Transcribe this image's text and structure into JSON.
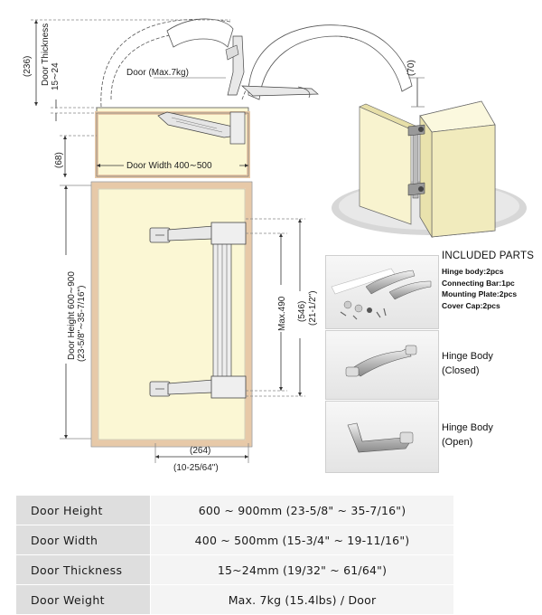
{
  "diagram": {
    "top_view": {
      "height_236": "(236)",
      "door_thickness": "Door Thickness",
      "thickness_range": "15∼24",
      "door_max": "Door (Max.7kg)",
      "height_70": "(70)",
      "height_68": "(68)",
      "door_width": "Door Width 400∼500"
    },
    "front_view": {
      "door_height": "Door Height 600∼900",
      "door_height_inch": "(23-5/8\"∼35-7/16\")",
      "max_490": "Max.490",
      "dim_546": "(546)",
      "dim_546_inch": "(21-1/2\")",
      "dim_264": "(264)",
      "dim_264_inch": "(10-25/64\")"
    }
  },
  "parts": {
    "title": "INCLUDED PARTS",
    "items": [
      "Hinge body:2pcs",
      "Connecting Bar:1pc",
      "Mounting Plate:2pcs",
      "Cover Cap:2pcs"
    ],
    "closed": [
      "Hinge Body",
      "(Closed)"
    ],
    "open": [
      "Hinge Body",
      "(Open)"
    ]
  },
  "specs": [
    {
      "label": "Door Height",
      "value": "600 ~ 900mm (23-5/8\" ~ 35-7/16\")"
    },
    {
      "label": "Door Width",
      "value": "400 ~ 500mm (15-3/4\" ~ 19-11/16\")"
    },
    {
      "label": "Door Thickness",
      "value": "15~24mm (19/32\" ~ 61/64\")"
    },
    {
      "label": "Door Weight",
      "value": "Max. 7kg (15.4lbs) / Door"
    }
  ],
  "colors": {
    "panel": "#fbf7d4",
    "edge": "#e7c9a8",
    "line": "#555555"
  }
}
